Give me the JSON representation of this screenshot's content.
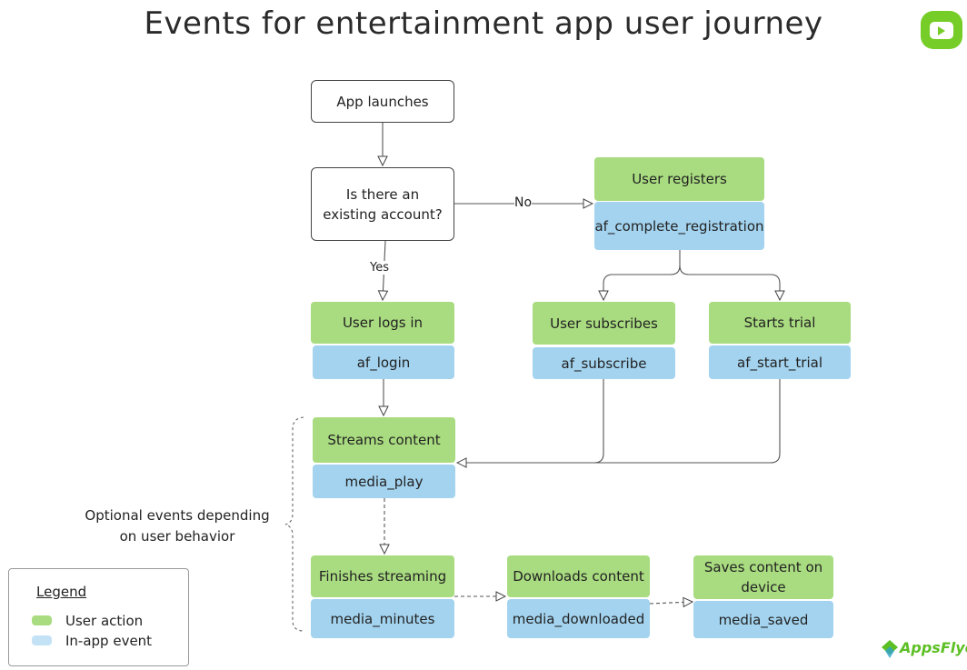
{
  "title": "Events for entertainment app user journey",
  "nodes": {
    "app_launches": "App launches",
    "existing_account": "Is there an existing account?",
    "user_registers": "User registers",
    "af_complete_registration": "af_complete_registration",
    "user_logs_in": "User logs in",
    "af_login": "af_login",
    "user_subscribes": "User subscribes",
    "af_subscribe": "af_subscribe",
    "starts_trial": "Starts trial",
    "af_start_trial": "af_start_trial",
    "streams_content": "Streams content",
    "media_play": "media_play",
    "finishes_streaming": "Finishes streaming",
    "media_minutes": "media_minutes",
    "downloads_content": "Downloads content",
    "media_downloaded": "media_downloaded",
    "saves_content": "Saves content on device",
    "media_saved": "media_saved"
  },
  "edge_labels": {
    "no": "No",
    "yes": "Yes"
  },
  "optional_label": "Optional events depending on user behavior",
  "legend": {
    "title": "Legend",
    "items": [
      {
        "label": "User action",
        "color": "#a9dc80"
      },
      {
        "label": "In-app event",
        "color": "#c4e2f6"
      }
    ]
  },
  "colors": {
    "user_action": "#a9dc80",
    "in_app_event": "#a3d3ef",
    "brand": "#76cd27"
  },
  "brand": {
    "name": "AppsFlyer",
    "icon": "play-button-icon"
  }
}
